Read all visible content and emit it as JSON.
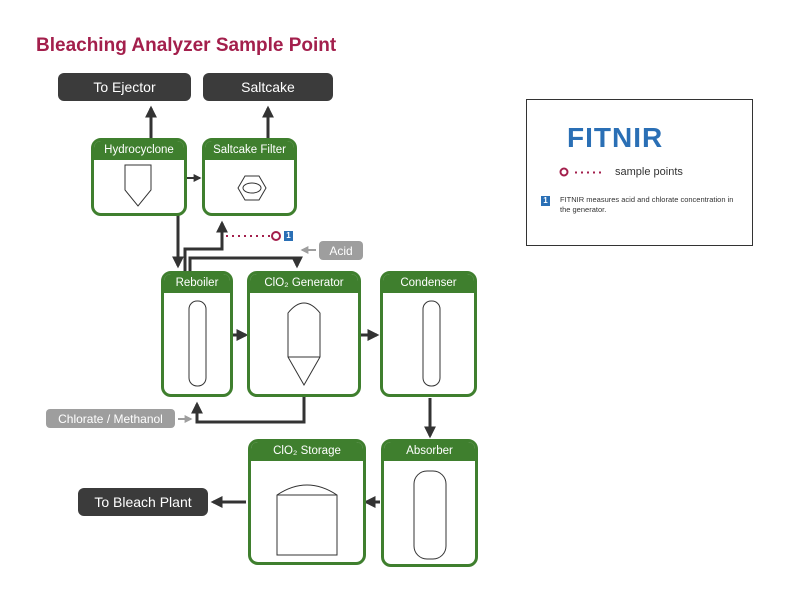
{
  "title": "Bleaching Analyzer Sample Point",
  "terminals": {
    "to_ejector": "To Ejector",
    "saltcake": "Saltcake",
    "to_bleach_plant": "To Bleach Plant"
  },
  "inputs": {
    "acid": "Acid",
    "chlorate_methanol": "Chlorate / Methanol"
  },
  "units": {
    "hydrocyclone": "Hydrocyclone",
    "saltcake_filter": "Saltcake Filter",
    "reboiler": "Reboiler",
    "clo2_generator": "ClO₂ Generator",
    "condenser": "Condenser",
    "clo2_storage": "ClO₂  Storage",
    "absorber": "Absorber"
  },
  "sample_point": {
    "badge": "1"
  },
  "legend": {
    "logo": "FITNIR",
    "sample_label": "sample points",
    "badge": "1",
    "note": "FITNIR measures acid and chlorate concentration in the generator."
  },
  "colors": {
    "title": "#a31f4c",
    "unit_green": "#3f7f2e",
    "terminal_dark": "#3b3b3b",
    "input_gray": "#9e9e9e",
    "sample_red": "#a31f4c",
    "brand_blue": "#2a6fb5"
  }
}
